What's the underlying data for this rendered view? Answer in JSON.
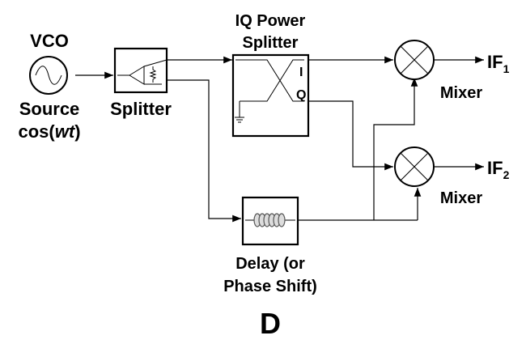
{
  "vco": {
    "title": "VCO",
    "label_line1": "Source",
    "label_line2_prefix": "cos(",
    "label_line2_var": "wt",
    "label_line2_suffix": ")"
  },
  "splitter": {
    "label": "Splitter"
  },
  "iq_splitter": {
    "title_line1": "IQ Power",
    "title_line2": "Splitter",
    "port_i": "I",
    "port_q": "Q"
  },
  "delay": {
    "label_line1": "Delay (or",
    "label_line2": "Phase Shift)"
  },
  "mixer1": {
    "label": "Mixer",
    "output": "IF",
    "output_sub": "1"
  },
  "mixer2": {
    "label": "Mixer",
    "output": "IF",
    "output_sub": "2"
  },
  "figure_letter": "D"
}
